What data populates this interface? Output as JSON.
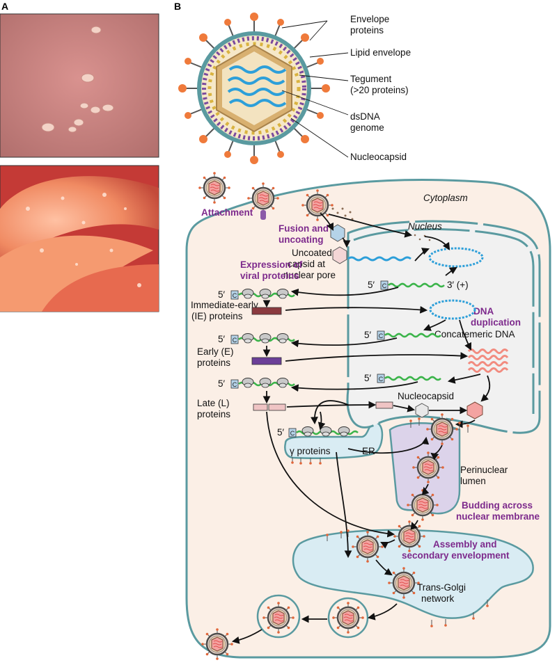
{
  "panels": {
    "a": "A",
    "b": "B"
  },
  "virion_labels": {
    "envelope_proteins": [
      "Envelope",
      "proteins"
    ],
    "lipid_envelope": "Lipid envelope",
    "tegument": [
      "Tegument",
      "(>20 proteins)"
    ],
    "genome": [
      "dsDNA",
      "genome"
    ],
    "nucleocapsid": "Nucleocapsid"
  },
  "compartments": {
    "cytoplasm": "Cytoplasm",
    "nucleus": "Nucleus",
    "er": "ER",
    "perinuclear": [
      "Perinuclear",
      "lumen"
    ],
    "golgi": [
      "Trans-Golgi",
      "network"
    ]
  },
  "steps": {
    "attachment": "Attachment",
    "fusion": [
      "Fusion and",
      "uncoating"
    ],
    "expression": [
      "Expression of",
      "viral proteins"
    ],
    "dna_dup": [
      "DNA",
      "duplication"
    ],
    "budding": [
      "Budding across",
      "nuclear membrane"
    ],
    "assembly": [
      "Assembly and",
      "secondary envelopment"
    ]
  },
  "labels": {
    "uncoated": [
      "Uncoated",
      "capsid at",
      "nuclear pore"
    ],
    "ie_proteins": [
      "Immediate-early",
      "(IE) proteins"
    ],
    "e_proteins": [
      "Early (E)",
      "proteins"
    ],
    "l_proteins": [
      "Late (L)",
      "proteins"
    ],
    "gamma_proteins": "γ proteins",
    "concatemeric": "Concatemeric DNA",
    "nucleocapsid_inner": "Nucleocapsid",
    "five_prime": "5′",
    "three_prime": "3′ (+)",
    "cap": "C"
  },
  "colors": {
    "cytoplasm": "#fbefe6",
    "nucleus": "#f1f1f1",
    "membrane": "#5a9aa0",
    "perinuclear": "#dcd3ea",
    "golgi": "#d9ecf3",
    "dna": "#2d9fd9",
    "mrna": "#3bb44a",
    "concatemer": "#f28b7f",
    "step_label": "#7d2a8c",
    "ie_protein": "#8b3a3f",
    "e_protein": "#6b3f98",
    "l_protein": "#efc4c4"
  }
}
